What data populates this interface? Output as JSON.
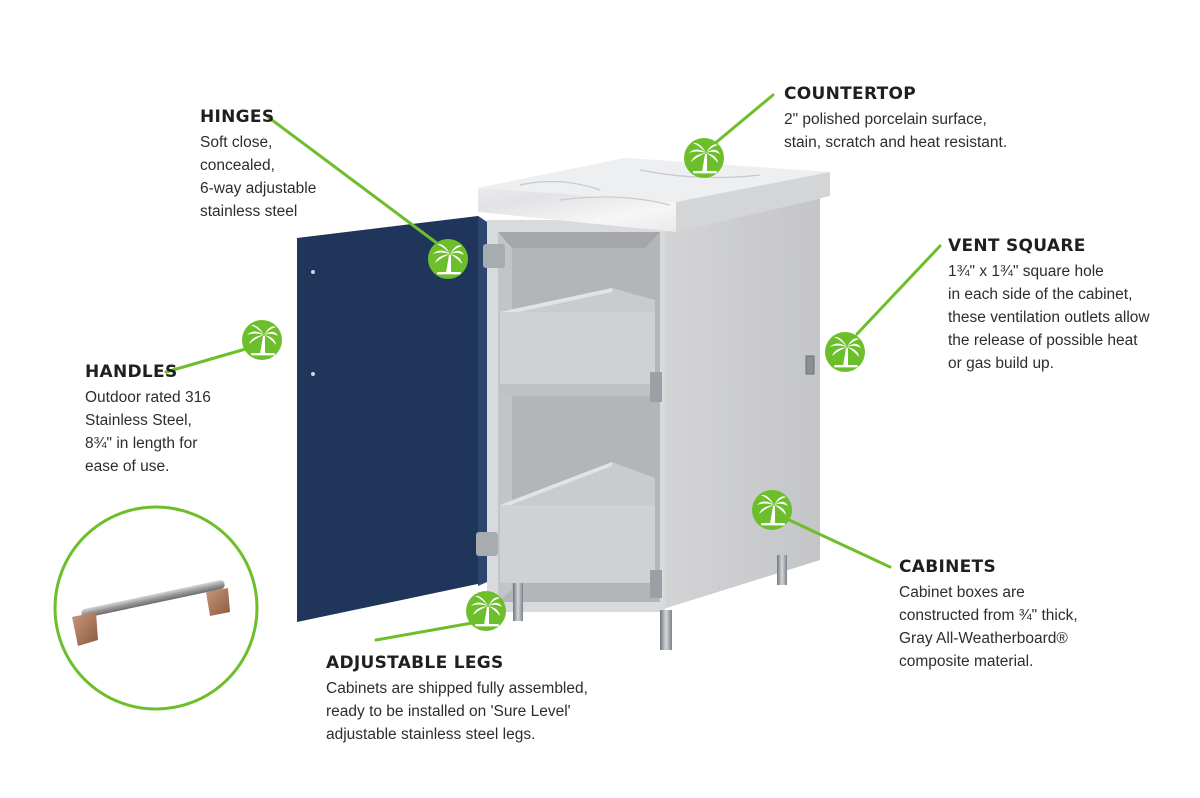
{
  "colors": {
    "accent_green": "#6cbf2a",
    "door_navy": "#1f3559",
    "cabinet_gray": "#d7d8da",
    "interior_gray": "#bcbec1",
    "steel": "#9aa0a6"
  },
  "icon": "palm-tree-badge-icon",
  "callouts": {
    "hinges": {
      "title": "HINGES",
      "lines": [
        "Soft close,",
        "concealed,",
        "6-way adjustable",
        "stainless steel"
      ]
    },
    "countertop": {
      "title": "COUNTERTOP",
      "lines": [
        "2\" polished porcelain surface,",
        "stain, scratch and heat resistant."
      ]
    },
    "vent_square": {
      "title": "VENT SQUARE",
      "lines": [
        "1¾\" x 1¾\" square hole",
        "in each side of the cabinet,",
        "these ventilation outlets allow",
        "the release of possible heat",
        "or gas build up."
      ]
    },
    "handles": {
      "title": "HANDLES",
      "lines": [
        "Outdoor rated 316",
        "Stainless Steel,",
        "8¾\" in length for",
        "ease of use."
      ]
    },
    "cabinets": {
      "title": "CABINETS",
      "lines": [
        "Cabinet boxes are",
        "constructed from ¾\" thick,",
        "Gray All-Weatherboard®",
        "composite material."
      ]
    },
    "adjustable_legs": {
      "title": "ADJUSTABLE LEGS",
      "lines": [
        "Cabinets are shipped fully assembled,",
        "ready to be installed on 'Sure Level'",
        "adjustable stainless steel legs."
      ]
    }
  }
}
